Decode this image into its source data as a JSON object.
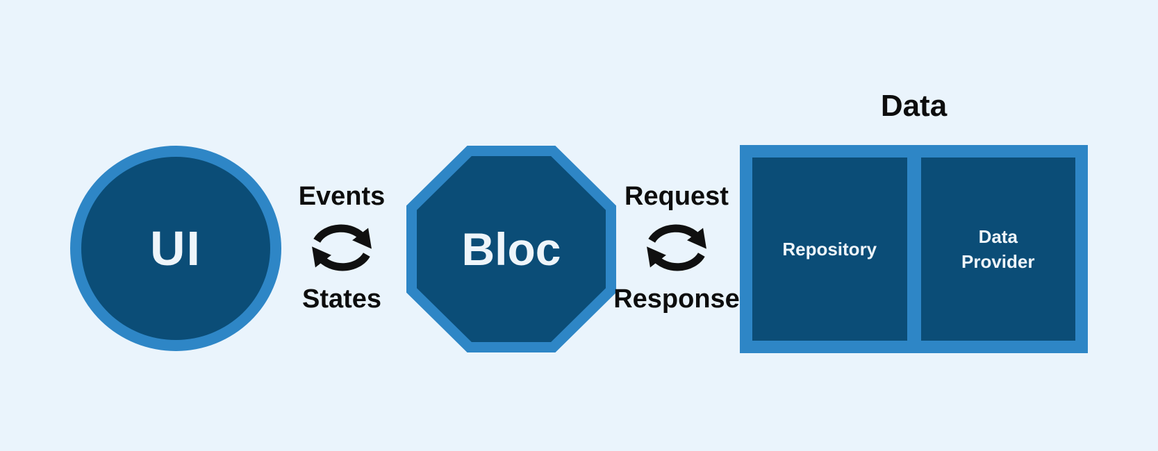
{
  "diagram": {
    "background": "#eaf4fc",
    "colors": {
      "accent": "#2e86c6",
      "dark": "#0b4d77",
      "label": "#0d0d0d",
      "node_text": "#eef5fa"
    },
    "ui_node": {
      "label": "UI"
    },
    "bloc_node": {
      "label": "Bloc"
    },
    "ui_bloc_flow": {
      "top_label": "Events",
      "bottom_label": "States",
      "icon": "cycle-arrows-icon"
    },
    "bloc_data_flow": {
      "top_label": "Request",
      "bottom_label": "Response",
      "icon": "cycle-arrows-icon"
    },
    "data_group": {
      "title": "Data",
      "boxes": [
        {
          "label": "Repository"
        },
        {
          "label": "Data Provider"
        }
      ]
    }
  }
}
